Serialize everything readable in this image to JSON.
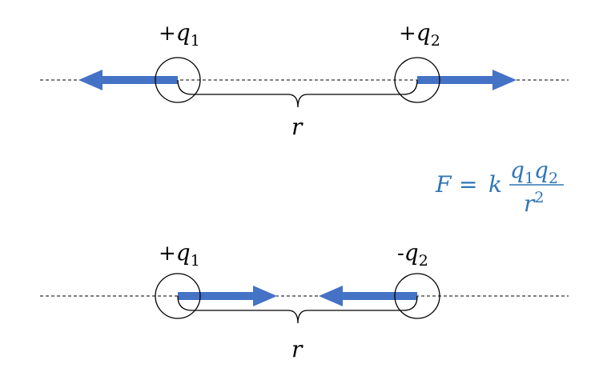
{
  "top": {
    "left_charge": {
      "sign": "+",
      "symbol": "q",
      "subscript": "1"
    },
    "right_charge": {
      "sign": "+",
      "symbol": "q",
      "subscript": "2"
    },
    "distance_label": "r"
  },
  "bottom": {
    "left_charge": {
      "sign": "+",
      "symbol": "q",
      "subscript": "1"
    },
    "right_charge": {
      "sign": "-",
      "symbol": "q",
      "subscript": "2"
    },
    "distance_label": "r"
  },
  "formula": {
    "lhs": "F",
    "equals": "=",
    "constant": "k",
    "numerator_symbol_1": "q",
    "numerator_sub_1": "1",
    "numerator_symbol_2": "q",
    "numerator_sub_2": "2",
    "denominator_symbol": "r",
    "denominator_exponent": "2"
  },
  "colors": {
    "arrow": "#4472c4",
    "formula": "#2e75b6"
  }
}
